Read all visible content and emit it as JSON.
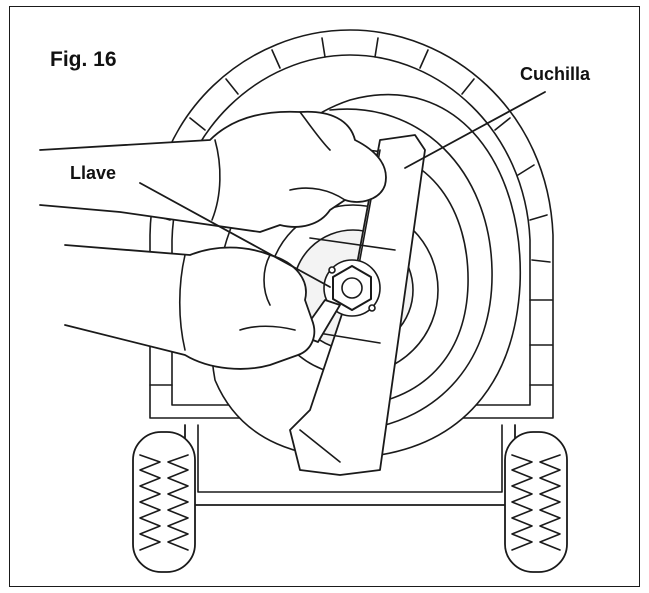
{
  "figure": {
    "label": "Fig. 16"
  },
  "callouts": {
    "blade": "Cuchilla",
    "wrench": "Llave"
  },
  "colors": {
    "line": "#1a1a1a",
    "fill": "#ffffff",
    "shade": "#e9e9e9"
  },
  "icons": {
    "mower": "lawnmower-underside-illustration",
    "hands": "gloved-hands-illustration"
  }
}
